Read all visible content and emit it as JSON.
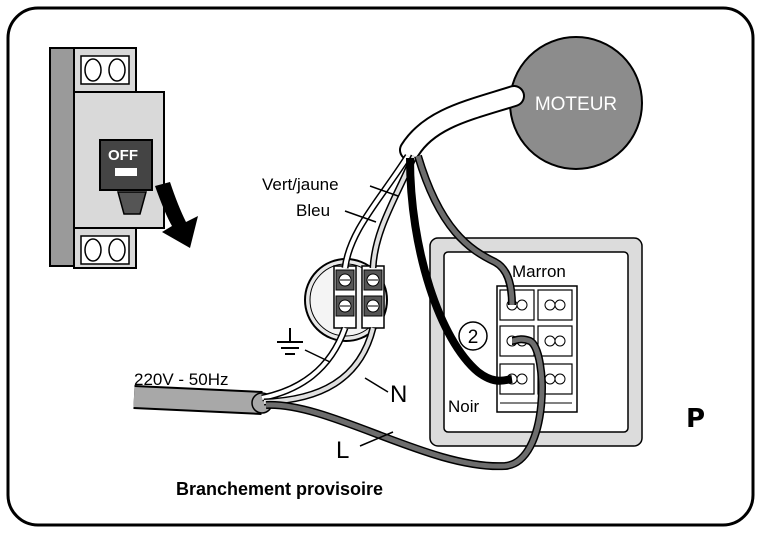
{
  "breaker": {
    "switch_label": "OFF"
  },
  "motor": {
    "label": "MOTEUR"
  },
  "wires": {
    "green_yellow": "Vert/jaune",
    "blue": "Bleu",
    "brown": "Marron",
    "black": "Noir",
    "neutral": "N",
    "live": "L",
    "supply": "220V - 50Hz"
  },
  "terminal_block": {
    "number": "2"
  },
  "caption": "Branchement provisoire",
  "corner_letter": "P",
  "colors": {
    "motor_fill": "#8c8c8c",
    "brown_wire": "#6d6d6d",
    "black_wire": "#000000",
    "blue_wire": "#e0e0e0",
    "cable_sheath": "#a8a8a8",
    "box_fill": "#dcdcdc"
  }
}
